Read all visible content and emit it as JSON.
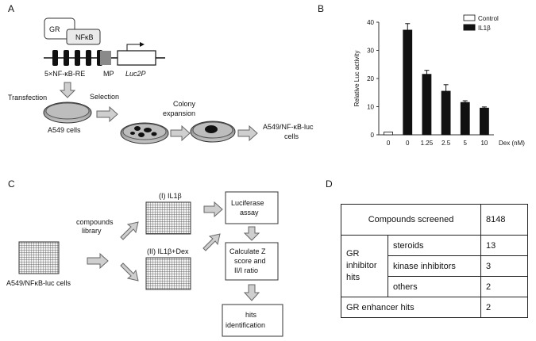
{
  "panels": {
    "a": {
      "letter": "A",
      "gr": "GR",
      "nfkb": "NFκB",
      "re_label": "5×NF-κB-RE",
      "mp_label": "MP",
      "luc_label": "Luc2P",
      "transfection": "Transfection",
      "selection": "Selection",
      "colony_line1": "Colony",
      "colony_line2": "expansion",
      "a549": "A549 cells",
      "result_line1": "A549/NF-κB-luc",
      "result_line2": "cells"
    },
    "b": {
      "letter": "B",
      "dex_label": "Dex (nM)"
    },
    "c": {
      "letter": "C",
      "compounds_line1": "compounds",
      "compounds_line2": "library",
      "cells_label": "A549/NFκB-luc cells",
      "il1b": "(I) IL1β",
      "il1b_dex": "(II) IL1β+Dex",
      "luciferase_line1": "Luciferase",
      "luciferase_line2": "assay",
      "calc_line1": "Calculate Z",
      "calc_line2": "score and",
      "calc_line3": "II/I ratio",
      "hits_line1": "hits",
      "hits_line2": "identification"
    },
    "d": {
      "letter": "D",
      "screened_label": "Compounds screened",
      "screened_value": "8148",
      "gr_line1": "GR",
      "gr_line2": "inhibitor",
      "gr_line3": "hits",
      "rows": [
        {
          "label": "steroids",
          "value": "13"
        },
        {
          "label": "kinase inhibitors",
          "value": "3"
        },
        {
          "label": "others",
          "value": "2"
        }
      ],
      "enhancer_label": "GR enhancer hits",
      "enhancer_value": "2"
    }
  },
  "chart_data": {
    "type": "bar",
    "ylabel": "Relative Luc activity",
    "xlabel": "Dex (nM)",
    "ylim": [
      0,
      40
    ],
    "yticks": [
      "0",
      "10",
      "20",
      "30",
      "40"
    ],
    "categories": [
      "0",
      "0",
      "1.25",
      "2.5",
      "5",
      "10"
    ],
    "legend": [
      "Control",
      "IL1β"
    ],
    "legend_position": "top-right",
    "values": [
      1,
      37.2,
      21.5,
      15.5,
      11.5,
      9.5
    ],
    "errors": [
      0,
      2.3,
      1.4,
      2.3,
      0.6,
      0.4
    ],
    "bar_series": [
      "Control",
      "IL1β",
      "IL1β",
      "IL1β",
      "IL1β",
      "IL1β"
    ]
  }
}
